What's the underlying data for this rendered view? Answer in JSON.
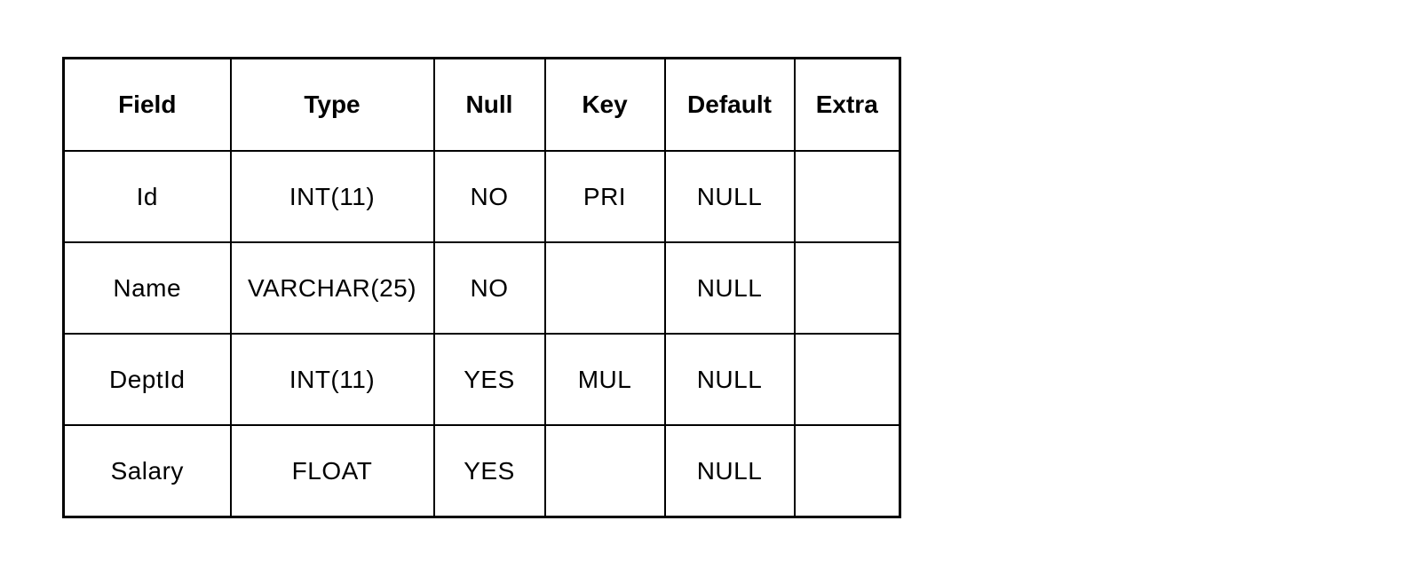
{
  "chart_data": {
    "type": "table",
    "columns": [
      "Field",
      "Type",
      "Null",
      "Key",
      "Default",
      "Extra"
    ],
    "rows": [
      [
        "Id",
        "INT(11)",
        "NO",
        "PRI",
        "NULL",
        ""
      ],
      [
        "Name",
        "VARCHAR(25)",
        "NO",
        "",
        "NULL",
        ""
      ],
      [
        "DeptId",
        "INT(11)",
        "YES",
        "MUL",
        "NULL",
        ""
      ],
      [
        "Salary",
        "FLOAT",
        "YES",
        "",
        "NULL",
        ""
      ]
    ]
  },
  "colors": {
    "border": "#000000",
    "text": "#000000",
    "background": "#ffffff"
  }
}
